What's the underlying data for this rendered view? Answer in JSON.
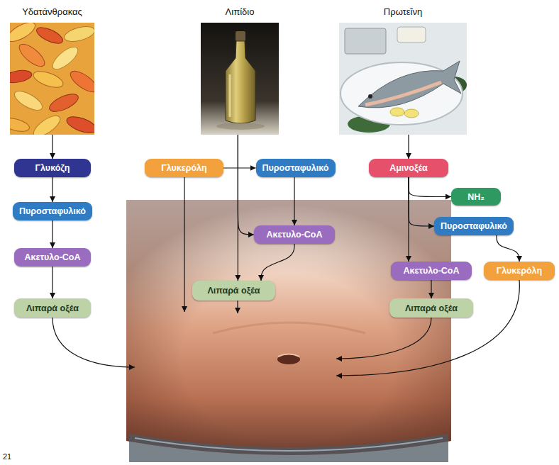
{
  "diagram": {
    "nodes": [
      {
        "text": [
          "Υδατάνθρακας"
        ]
      },
      {
        "text": [
          "Λιπίδιο"
        ]
      },
      {
        "text": [
          "Πρωτεΐνη"
        ]
      },
      {
        "text": [
          "Γλυκόζη"
        ]
      },
      {
        "text": [
          "Γλυκερόλη"
        ]
      },
      {
        "text": [
          "Πυροσταφυλικό"
        ]
      },
      {
        "text": [
          "Αμινοξέα"
        ]
      },
      {
        "text": [
          "Πυροσταφυλικό"
        ]
      },
      {
        "text": [
          "NH₂"
        ]
      },
      {
        "text": [
          "Ακετυλο-CoA"
        ]
      },
      {
        "text": [
          "Πυροσταφυλικό"
        ]
      },
      {
        "text": [
          "Ακετυλο-CoA"
        ]
      },
      {
        "text": [
          "Ακετυλο-CoA"
        ]
      },
      {
        "text": [
          "Γλυκερόλη"
        ]
      },
      {
        "text": [
          "Λιπαρά οξέα"
        ]
      },
      {
        "text": [
          "Λιπαρά οξέα"
        ]
      },
      {
        "text": [
          "Λιπαρά οξέα"
        ]
      }
    ],
    "edges": [
      {
        "from": 0,
        "to": 3,
        "arrow": "to"
      },
      {
        "from": 3,
        "to": 7,
        "arrow": "to"
      },
      {
        "from": 7,
        "to": 11,
        "arrow": "to"
      },
      {
        "from": 11,
        "to": 14,
        "arrow": "to"
      },
      {
        "from": 1,
        "to": 15,
        "arrow": "to"
      },
      {
        "from": 1,
        "to": 9,
        "arrow": "to"
      },
      {
        "from": 4,
        "to": 5,
        "arrow": "to"
      },
      {
        "from": 5,
        "to": 9,
        "arrow": "to"
      },
      {
        "from": 9,
        "to": 15,
        "arrow": "to"
      },
      {
        "from": 2,
        "to": 6,
        "arrow": "to"
      },
      {
        "from": 6,
        "to": 8,
        "arrow": "to"
      },
      {
        "from": 6,
        "to": 10,
        "arrow": "to"
      },
      {
        "from": 6,
        "to": 12,
        "arrow": "to"
      },
      {
        "from": 10,
        "to": 13,
        "arrow": "to"
      },
      {
        "from": 12,
        "to": 16,
        "arrow": "to"
      }
    ],
    "labels": [
      "21"
    ]
  }
}
